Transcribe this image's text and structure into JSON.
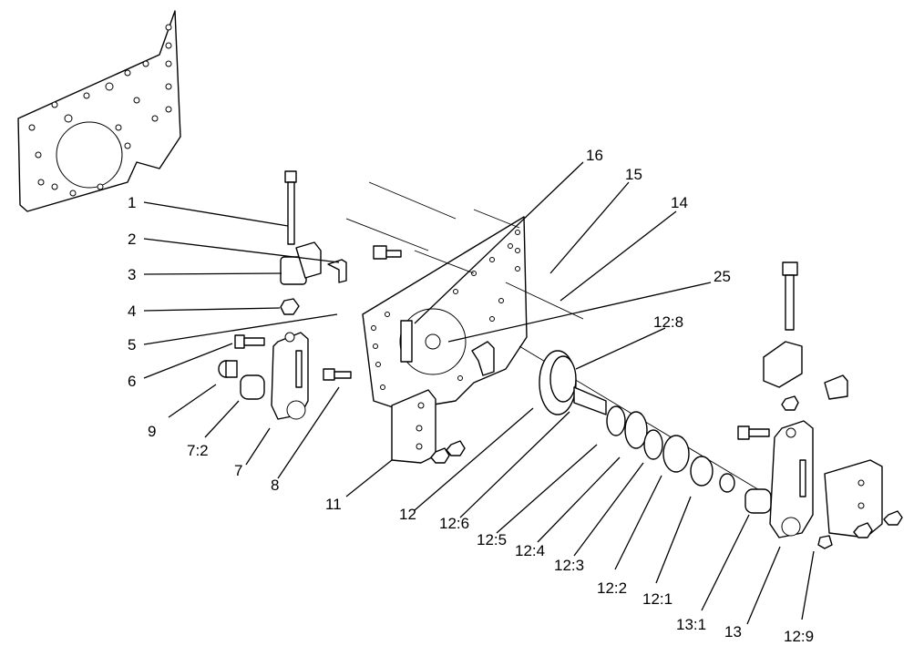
{
  "labels": {
    "l1": "1",
    "l2": "2",
    "l3": "3",
    "l4": "4",
    "l5": "5",
    "l6": "6",
    "l9": "9",
    "l7_2": "7:2",
    "l7": "7",
    "l8": "8",
    "l11": "11",
    "l12": "12",
    "l12_6": "12:6",
    "l12_5": "12:5",
    "l12_4": "12:4",
    "l12_3": "12:3",
    "l12_2": "12:2",
    "l12_1": "12:1",
    "l13_1": "13:1",
    "l13": "13",
    "l12_9": "12:9",
    "l16": "16",
    "l15": "15",
    "l14": "14",
    "l25": "25",
    "l12_8": "12:8"
  }
}
